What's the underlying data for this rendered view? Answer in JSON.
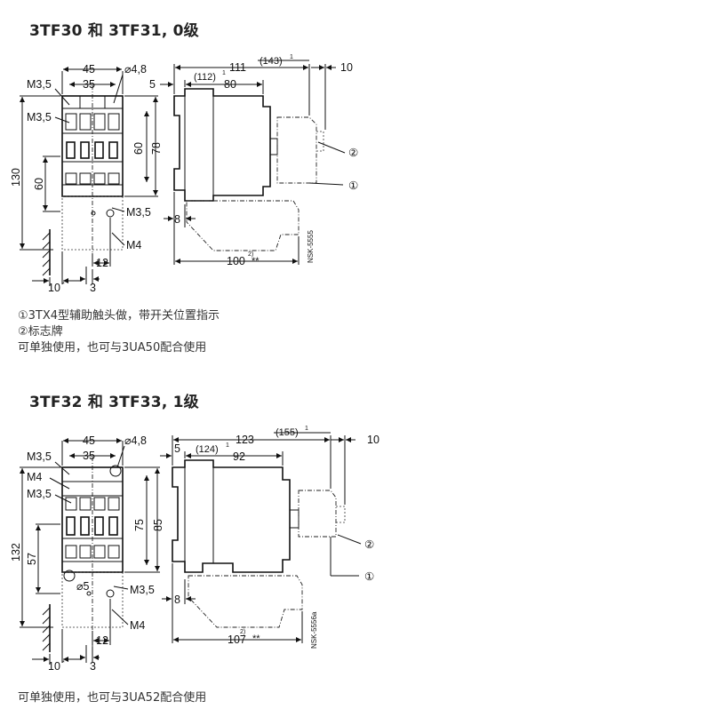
{
  "section1": {
    "title": "3TF30 和 3TF31, 0级",
    "front": {
      "w45": "45",
      "w35": "35",
      "dia": "⌀4,8",
      "m35a": "M3,5",
      "m35b": "M3,5",
      "m35c": "M3,5",
      "m4": "M4",
      "h130": "130",
      "h60l": "60",
      "h60r": "60",
      "h78": "78",
      "w12": "12",
      "w10": "10",
      "star": "*",
      "w3": "3"
    },
    "side": {
      "d111": "111",
      "d143": "(143)",
      "sup1": "1",
      "d10": "10",
      "d5": "5",
      "d112": "(112)",
      "sup2": "1",
      "d80": "80",
      "d8": "8",
      "d100": "100",
      "sup3": "2)",
      "stars": "**",
      "code": "NSK-5555",
      "c1": "①",
      "c2": "②"
    },
    "notes": [
      "①3TX4型辅助触头做，带开关位置指示",
      "②标志牌",
      "可单独使用，也可与3UA50配合使用"
    ]
  },
  "section2": {
    "title": "3TF32 和 3TF33, 1级",
    "front": {
      "w45": "45",
      "w35": "35",
      "dia": "⌀4,8",
      "m35a": "M3,5",
      "m4a": "M4",
      "m35b": "M3,5",
      "m35c": "M3,5",
      "m4b": "M4",
      "dia5": "⌀5",
      "h132": "132",
      "h57": "57",
      "h75": "75",
      "h85": "85",
      "w12": "12",
      "w10": "10",
      "star": "*",
      "w3": "3"
    },
    "side": {
      "d123": "123",
      "d155": "(155)",
      "sup1": "1",
      "d10": "10",
      "d5": "5",
      "d124": "(124)",
      "sup2": "1",
      "d92": "92",
      "d8": "8",
      "d107": "107",
      "sup3": "2)",
      "stars": "**",
      "code": "NSK-5556a",
      "c1": "①",
      "c2": "②"
    },
    "notes": [
      "可单独使用，也可与3UA52配合使用"
    ]
  }
}
